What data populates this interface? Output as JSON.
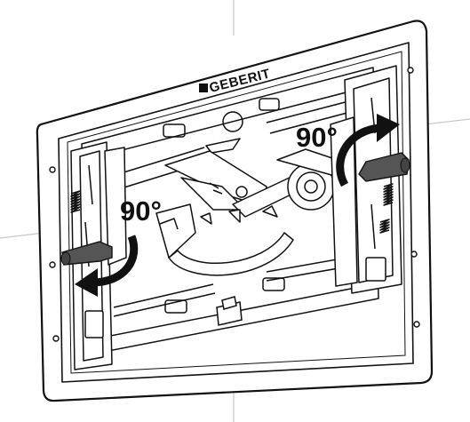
{
  "brand": {
    "name": "GEBERIT"
  },
  "rotation_labels": {
    "left": "90°",
    "right": "90°"
  },
  "colors": {
    "line": "#111111",
    "background": "#ffffff",
    "grid": "#c8c8c8",
    "handle": "#555555",
    "arrow": "#111111"
  },
  "icons": {
    "left_arrow": "rotate-arrow-icon",
    "right_arrow": "rotate-arrow-icon",
    "left_handle": "lever-handle-icon",
    "right_handle": "lever-handle-icon"
  }
}
